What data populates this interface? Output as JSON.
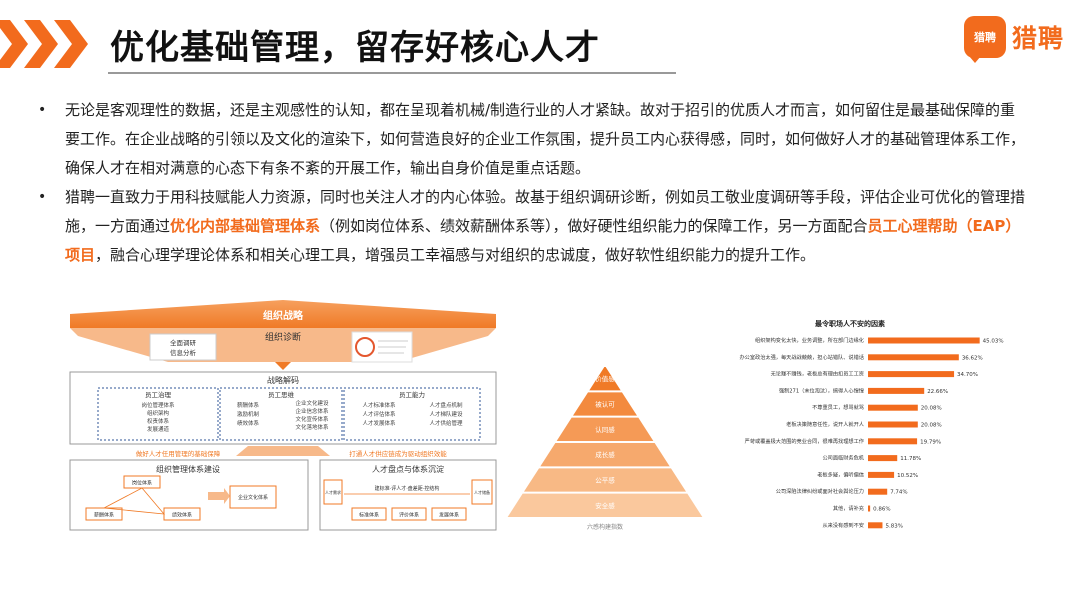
{
  "header": {
    "title": "优化基础管理，留存好核心人才",
    "logo_badge": "猎聘",
    "logo_text": "猎聘",
    "accent": "#f26b1d"
  },
  "bullets": [
    {
      "parts": [
        {
          "text": "无论是客观理性的数据，还是主观感性的认知，都在呈现着机械/制造行业的人才紧缺。故对于招引的优质人才而言，如何留住是最基础保障的重要工作。在企业战略的引领以及文化的渲染下，如何营造良好的企业工作氛围，提升员工内心获得感，同时，如何做好人才的基础管理体系工作，确保人才在相对满意的心态下有条不紊的开展工作，输出自身价值是重点话题。",
          "highlight": false
        }
      ]
    },
    {
      "parts": [
        {
          "text": "猎聘一直致力于用科技赋能人力资源，同时也关注人才的内心体验。故基于组织调研诊断，例如员工敬业度调研等手段，评估企业可优化的管理措施，一方面通过",
          "highlight": false
        },
        {
          "text": "优化内部基础管理体系",
          "highlight": true
        },
        {
          "text": "（例如岗位体系、绩效薪酬体系等），做好硬性组织能力的保障工作，另一方面配合",
          "highlight": false
        },
        {
          "text": "员工心理帮助（EAP）项目",
          "highlight": true
        },
        {
          "text": "，融合心理学理论体系和相关心理工具，增强员工幸福感与对组织的忠诚度，做好软性组织能力的提升工作。",
          "highlight": false
        }
      ]
    }
  ],
  "diagram": {
    "top_banner": "组织战略",
    "diag_title": "组织诊断",
    "survey_box_line1": "全面调研",
    "survey_box_line2": "信息分析",
    "decode_title": "战略解码",
    "col1_title": "员工治理",
    "col1_items": [
      "岗位管理体系",
      "组织架构",
      "权责体系",
      "发展通道"
    ],
    "col2_title": "员工思维",
    "col2_items_a": [
      "薪酬体系",
      "激励机制",
      "绩效体系"
    ],
    "col2_items_b": [
      "企业文化建设",
      "企业信念体系",
      "文化宣传体系",
      "文化落地体系"
    ],
    "col3_title": "员工能力",
    "col3_items_a": [
      "人才标准体系",
      "人才评估体系",
      "人才发展体系"
    ],
    "col3_items_b": [
      "人才盘点机制",
      "人才梯队建设",
      "人才供给管理"
    ],
    "left_caption": "做好人才任用管理的基础保障",
    "right_caption": "打通人才供应链成为驱动组织效能",
    "left_panel_title": "组织管理体系建设",
    "left_nodes": [
      "岗位体系",
      "薪酬体系",
      "绩效体系"
    ],
    "culture_node": "企业文化体系",
    "right_panel_title": "人才盘点与体系沉淀",
    "flow_line": "建标准·评人才·盘差距·控结构",
    "demand_box": "人才需求",
    "stock_box": "人才储备",
    "right_nodes": [
      "标准体系",
      "评价体系",
      "发展体系"
    ]
  },
  "pyramid": {
    "levels": [
      "价值感",
      "被认可",
      "认同感",
      "成长感",
      "公平感",
      "安全感"
    ],
    "caption": "六感构建指数"
  },
  "chart_data": {
    "type": "bar",
    "title": "最令职场人不安的因素",
    "categories": [
      "组织架构变化太快，业务调整，所在部门边缘化",
      "办公室政治太强，每天战战兢兢，担心站错队、说错话",
      "无论赚不赚钱，老板总有理由扣员工工资",
      "强制271（末位淘汰），搞得人心惶惶",
      "不尊重员工，想骂就骂",
      "老板决策随意任性，说开人就开人",
      "严苛或覆盖极大范围的竞业合同，很难再找理想工作",
      "公司面临财务危机",
      "老板多疑，偏听偏信",
      "公司深陷法律纠纷或面对社会舆论压力",
      "其他，请补充",
      "从来没有感到不安"
    ],
    "values": [
      45.03,
      36.62,
      34.7,
      22.66,
      20.08,
      20.08,
      19.79,
      11.78,
      10.52,
      7.74,
      0.86,
      5.83
    ],
    "value_labels": [
      "45.03%",
      "36.62%",
      "34.70%",
      "22.66%",
      "20.08%",
      "20.08%",
      "19.79%",
      "11.78%",
      "10.52%",
      "7.74%",
      "0.86%",
      "5.83%"
    ],
    "bar_color": "#f26b1d",
    "xlim": [
      0,
      50
    ],
    "grid": false
  }
}
